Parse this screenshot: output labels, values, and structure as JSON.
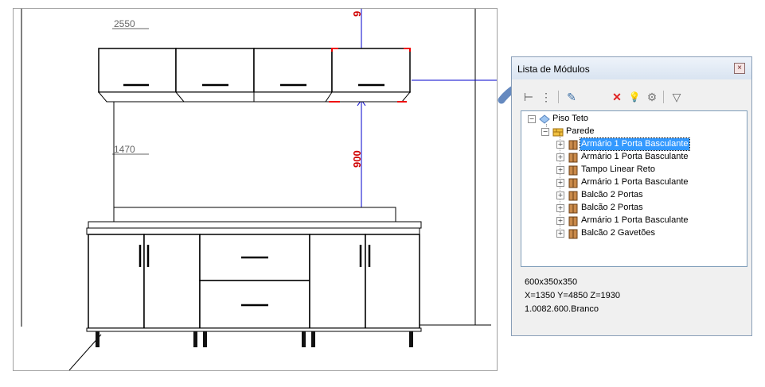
{
  "drawing": {
    "dims": {
      "top_height": "2550",
      "mid_height": "1470",
      "vertical_gap": "900",
      "top_gap": "9"
    }
  },
  "panel": {
    "title": "Lista de Módulos",
    "close_symbol": "×",
    "toolbar": [
      {
        "name": "tree-expand-icon",
        "glyph": "⊢"
      },
      {
        "name": "tree-list-icon",
        "glyph": "⋮"
      },
      {
        "name": "properties-icon",
        "glyph": "✎"
      },
      {
        "name": "delete-icon",
        "glyph": "✕"
      },
      {
        "name": "lightbulb-icon",
        "glyph": "💡"
      },
      {
        "name": "light-settings-icon",
        "glyph": "⚙"
      },
      {
        "name": "filter-icon",
        "glyph": "▽"
      }
    ],
    "tree": {
      "root": "Piso Teto",
      "group": "Parede",
      "items": [
        {
          "label": "Armário 1 Porta Basculante",
          "selected": true
        },
        {
          "label": "Armário 1 Porta Basculante",
          "selected": false
        },
        {
          "label": "Tampo Linear Reto",
          "selected": false
        },
        {
          "label": "Armário 1 Porta Basculante",
          "selected": false
        },
        {
          "label": "Balcão 2 Portas",
          "selected": false
        },
        {
          "label": "Balcão 2 Portas",
          "selected": false
        },
        {
          "label": "Armário 1 Porta Basculante",
          "selected": false
        },
        {
          "label": "Balcão 2 Gavetões",
          "selected": false
        }
      ]
    },
    "info": {
      "size": "600x350x350",
      "coords": "X=1350  Y=4850  Z=1930",
      "material": "1.0082.600.Branco"
    }
  }
}
